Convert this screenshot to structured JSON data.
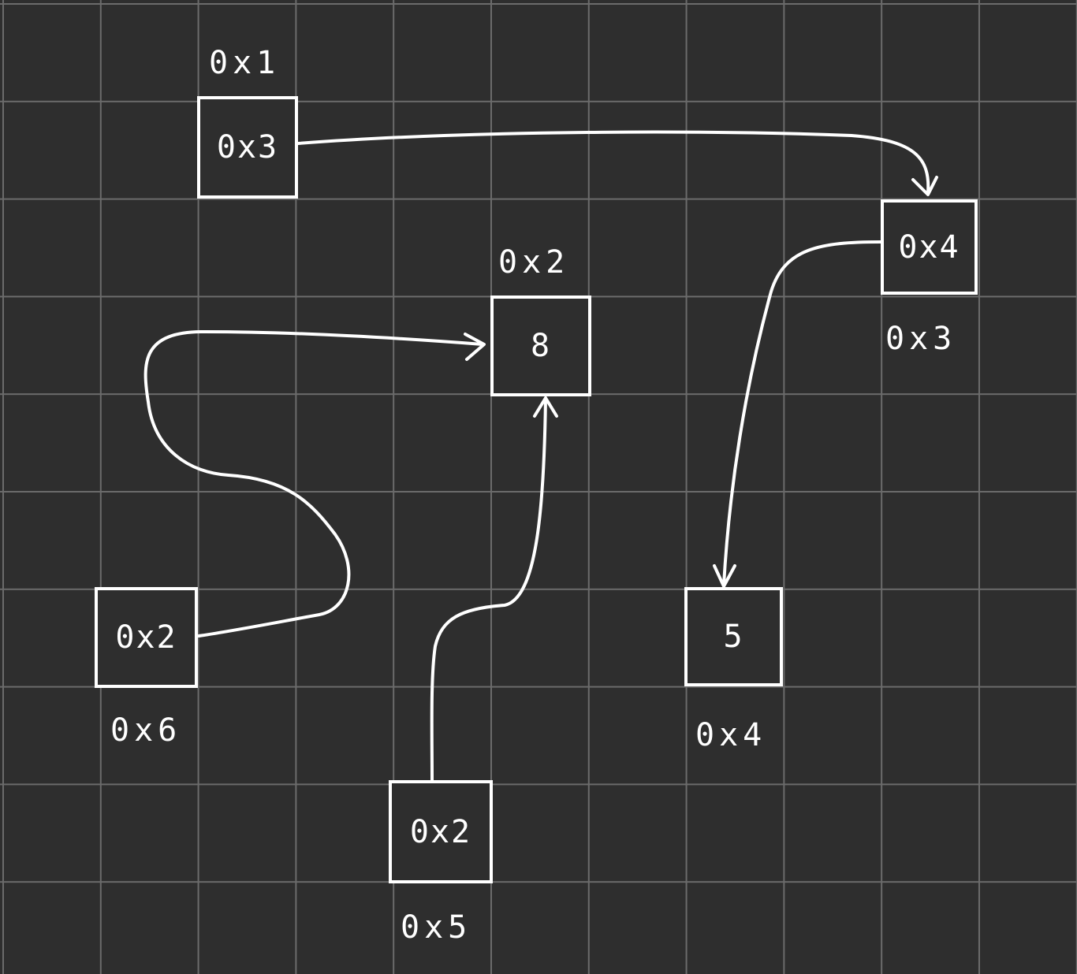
{
  "nodes": {
    "n1": {
      "address": "0x1",
      "value": "0x3"
    },
    "n2": {
      "address": "0x2",
      "value": "8"
    },
    "n3": {
      "address": "0x3",
      "value": "0x4"
    },
    "n4": {
      "address": "0x4",
      "value": "5"
    },
    "n5": {
      "address": "0x5",
      "value": "0x2"
    },
    "n6": {
      "address": "0x6",
      "value": "0x2"
    }
  },
  "colors": {
    "background": "#2e2e2e",
    "grid": "#6b6b6b",
    "ink": "#ffffff"
  }
}
